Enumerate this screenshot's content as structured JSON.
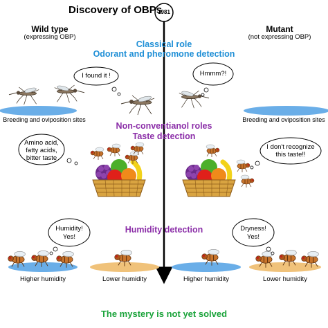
{
  "title": "Discovery of OBPs",
  "year": "1981",
  "wild_type": {
    "label": "Wild type",
    "sublabel": "(expressing OBP)"
  },
  "mutant": {
    "label": "Mutant",
    "sublabel": "(not expressing OBP)"
  },
  "classical": {
    "line1": "Classical role",
    "line2": "Odorant and pheromone detection",
    "wild_bubble": "I found it !",
    "mutant_bubble": "Hmmm?!",
    "wild_site": "Breeding  and oviposition sites",
    "mutant_site": "Breeding and oviposition sites"
  },
  "nonconventional": {
    "line1": "Non-conventianol roles",
    "line2": "Taste detection",
    "wild_bubble": [
      "Amino acid,",
      "fatty acids,",
      "bitter taste"
    ],
    "mutant_bubble": [
      "I don't recognize",
      "this taste!!"
    ]
  },
  "humidity": {
    "heading": "Humidity detection",
    "wild_bubble": [
      "Humidity!",
      "Yes!"
    ],
    "mutant_bubble": [
      "Dryness!",
      "Yes!"
    ],
    "wild_higher": "Higher humidity",
    "wild_lower": "Lower humidity",
    "mutant_higher": "Higher humidity",
    "mutant_lower": "Lower humidity"
  },
  "footer": "The mystery is not yet solved",
  "colors": {
    "classical": "#1f8fd6",
    "taste": "#8b2ea8",
    "footer": "#1aa33a",
    "water": "#6aaee8",
    "dry": "#f0c27a"
  }
}
